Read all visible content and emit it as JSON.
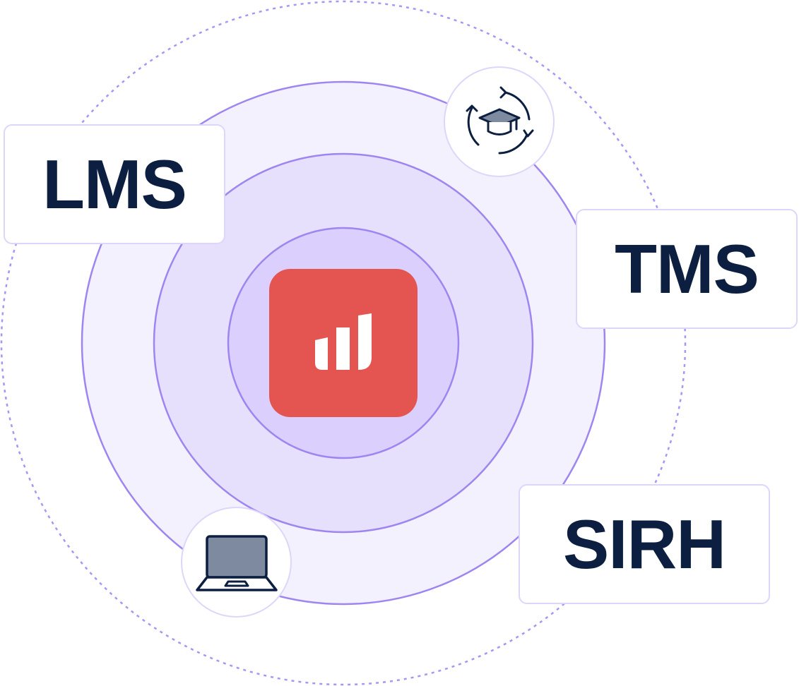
{
  "labels": {
    "lms": "LMS",
    "tms": "TMS",
    "sirh": "SIRH"
  },
  "icons": {
    "top": "graduation-cap-cycle-icon",
    "bottom": "laptop-icon",
    "center": "bar-chart-logo-icon"
  },
  "colors": {
    "text": "#0c1f41",
    "logo_background": "#e45551",
    "ring_stroke": "#9e85f0",
    "outer_dashed": "#a896f4",
    "ring_fill_outer": "#f4f1fe",
    "ring_fill_middle": "#e6e0fd",
    "ring_fill_inner": "#dacffd",
    "card_border": "#ddd6fb"
  }
}
